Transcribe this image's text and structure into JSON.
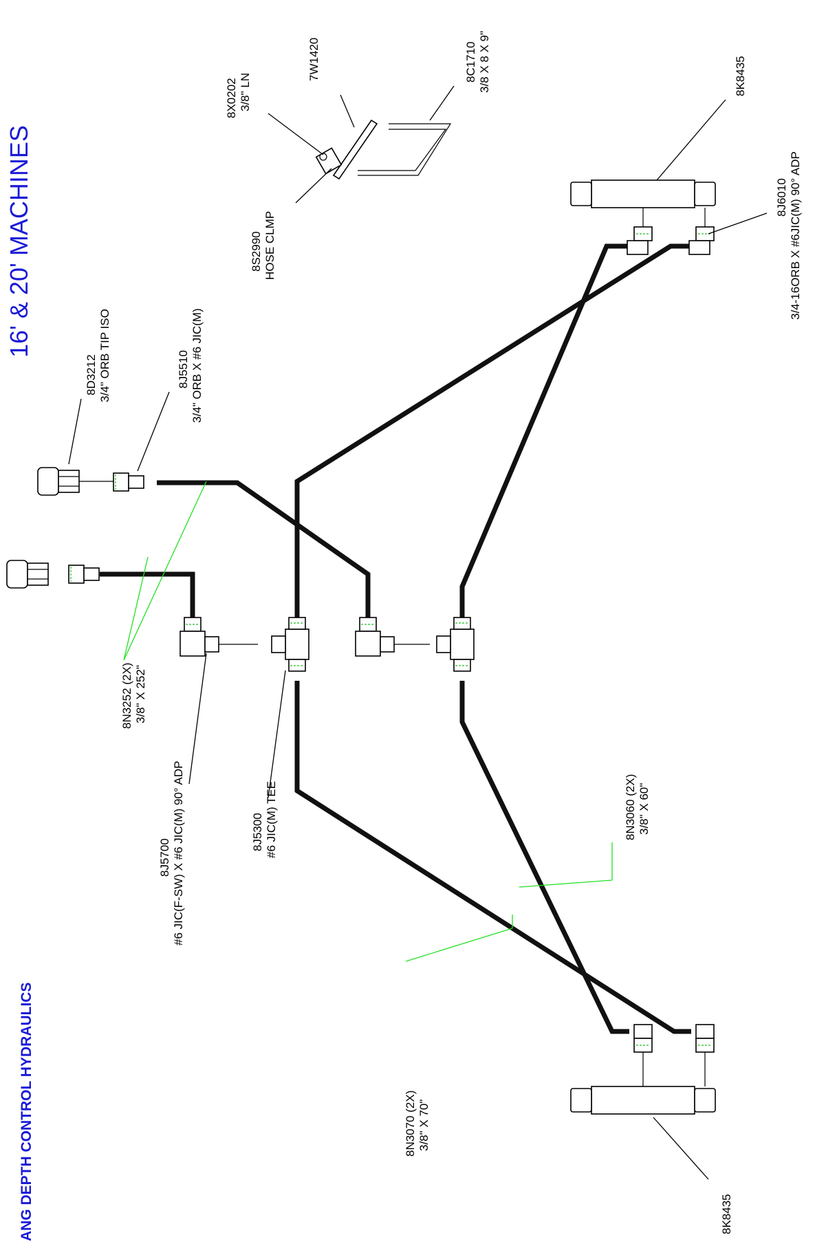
{
  "titles": {
    "main": "16' & 20' MACHINES",
    "side": "ANG DEPTH CONTROL HYDRAULICS"
  },
  "parts": {
    "p8D3212": {
      "l1": "8D3212",
      "l2": "3/4\" ORB TIP ISO"
    },
    "p8J5510": {
      "l1": "8J5510",
      "l2": "3/4\" ORB X #6 JIC(M)"
    },
    "p8S2990": {
      "l1": "8S2990",
      "l2": "HOSE CLMP"
    },
    "p8X0202": {
      "l1": "8X0202",
      "l2": "3/8\" LN"
    },
    "p7W1420": {
      "l1": "7W1420"
    },
    "p8C1710": {
      "l1": "8C1710",
      "l2": "3/8 X 8 X 9\""
    },
    "p8K8435_top": {
      "l1": "8K8435"
    },
    "p8J6010": {
      "l1": "8J6010",
      "l2": "3/4-16ORB X #6JIC(M) 90° ADP"
    },
    "p8N3252": {
      "l1": "8N3252 (2X)",
      "l2": "3/8\" X 252\""
    },
    "p8J5700": {
      "l1": "8J5700",
      "l2": "#6 JIC(F-SW) X #6 JIC(M) 90° ADP"
    },
    "p8J5300": {
      "l1": "8J5300",
      "l2": "#6 JIC(M) TEE"
    },
    "p8N3060": {
      "l1": "8N3060 (2X)",
      "l2": "3/8\" X 60\""
    },
    "p8N3070": {
      "l1": "8N3070 (2X)",
      "l2": "3/8\" X 70\""
    },
    "p8K8435_bot": {
      "l1": "8K8435"
    }
  },
  "colors": {
    "title": "#1a1ad6",
    "hose_leader": "#22e022",
    "thread": "#1bbf1b"
  }
}
